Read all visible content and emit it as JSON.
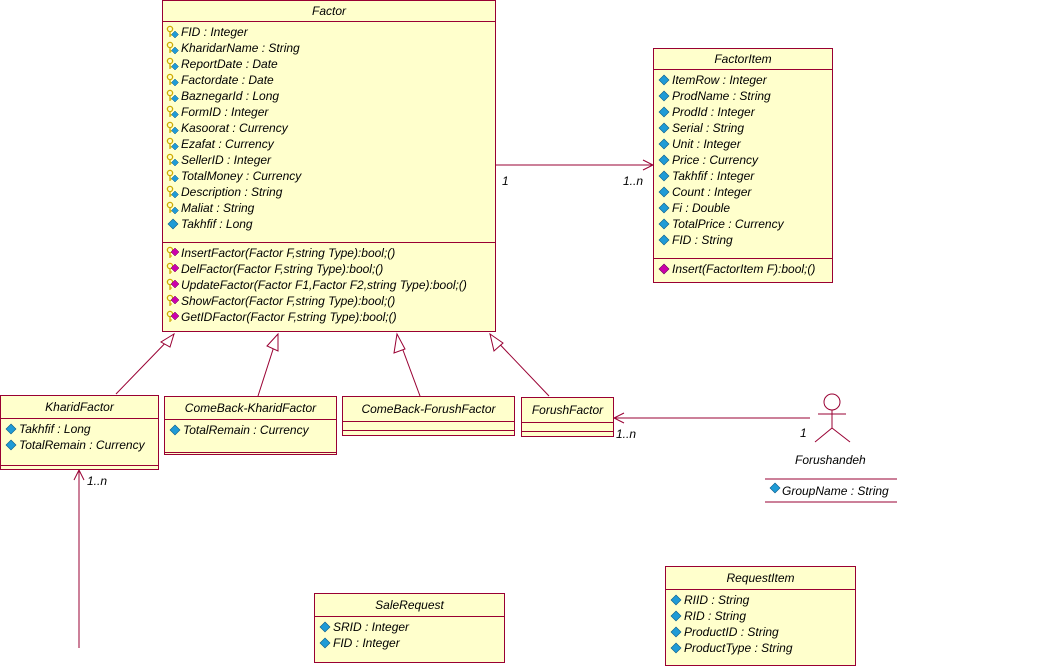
{
  "classes": {
    "factor": {
      "name": "Factor",
      "attributes": [
        {
          "icon": "key-attribute-icon",
          "text": "FID : Integer"
        },
        {
          "icon": "key-attribute-icon",
          "text": "KharidarName : String"
        },
        {
          "icon": "key-attribute-icon",
          "text": "ReportDate : Date"
        },
        {
          "icon": "key-attribute-icon",
          "text": "Factordate : Date"
        },
        {
          "icon": "key-attribute-icon",
          "text": "BaznegarId : Long"
        },
        {
          "icon": "key-attribute-icon",
          "text": "FormID : Integer"
        },
        {
          "icon": "key-attribute-icon",
          "text": "Kasoorat : Currency"
        },
        {
          "icon": "key-attribute-icon",
          "text": "Ezafat : Currency"
        },
        {
          "icon": "key-attribute-icon",
          "text": "SellerID : Integer"
        },
        {
          "icon": "key-attribute-icon",
          "text": "TotalMoney : Currency"
        },
        {
          "icon": "key-attribute-icon",
          "text": "Description : String"
        },
        {
          "icon": "key-attribute-icon",
          "text": "Maliat : String"
        },
        {
          "icon": "public-attribute-icon",
          "text": "Takhfif : Long"
        }
      ],
      "operations": [
        {
          "icon": "key-operation-icon",
          "text": "InsertFactor(Factor F,string Type):bool;()"
        },
        {
          "icon": "key-operation-icon",
          "text": "DelFactor(Factor F,string Type):bool;()"
        },
        {
          "icon": "key-operation-icon",
          "text": "UpdateFactor(Factor F1,Factor F2,string Type):bool;()"
        },
        {
          "icon": "key-operation-icon",
          "text": "ShowFactor(Factor F,string Type):bool;()"
        },
        {
          "icon": "key-operation-icon",
          "text": "GetIDFactor(Factor F,string Type):bool;()"
        }
      ]
    },
    "factor_item": {
      "name": "FactorItem",
      "attributes": [
        {
          "icon": "public-attribute-icon",
          "text": "ItemRow : Integer"
        },
        {
          "icon": "public-attribute-icon",
          "text": "ProdName : String"
        },
        {
          "icon": "public-attribute-icon",
          "text": "ProdId : Integer"
        },
        {
          "icon": "public-attribute-icon",
          "text": "Serial : String"
        },
        {
          "icon": "public-attribute-icon",
          "text": "Unit : Integer"
        },
        {
          "icon": "public-attribute-icon",
          "text": "Price : Currency"
        },
        {
          "icon": "public-attribute-icon",
          "text": "Takhfif : Integer"
        },
        {
          "icon": "public-attribute-icon",
          "text": "Count : Integer"
        },
        {
          "icon": "public-attribute-icon",
          "text": "Fi : Double"
        },
        {
          "icon": "public-attribute-icon",
          "text": "TotalPrice : Currency"
        },
        {
          "icon": "public-attribute-icon",
          "text": "FID : String"
        }
      ],
      "operations": [
        {
          "icon": "public-operation-icon",
          "text": "Insert(FactorItem F):bool;()"
        }
      ]
    },
    "kharid_factor": {
      "name": "KharidFactor",
      "attributes": [
        {
          "icon": "public-attribute-icon",
          "text": "Takhfif : Long"
        },
        {
          "icon": "public-attribute-icon",
          "text": "TotalRemain : Currency"
        }
      ],
      "operations": []
    },
    "comeback_kharid_factor": {
      "name": "ComeBack-KharidFactor",
      "attributes": [
        {
          "icon": "public-attribute-icon",
          "text": "TotalRemain : Currency"
        }
      ],
      "operations": []
    },
    "comeback_forush_factor": {
      "name": "ComeBack-ForushFactor",
      "attributes": [],
      "operations": []
    },
    "forush_factor": {
      "name": "ForushFactor",
      "attributes": [],
      "operations": []
    },
    "sale_request": {
      "name": "SaleRequest",
      "attributes": [
        {
          "icon": "public-attribute-icon",
          "text": "SRID : Integer"
        },
        {
          "icon": "public-attribute-icon",
          "text": "FID : Integer"
        }
      ],
      "operations": []
    },
    "request_item": {
      "name": "RequestItem",
      "attributes": [
        {
          "icon": "public-attribute-icon",
          "text": "RIID : String"
        },
        {
          "icon": "public-attribute-icon",
          "text": "RID : String"
        },
        {
          "icon": "public-attribute-icon",
          "text": "ProductID : String"
        },
        {
          "icon": "public-attribute-icon",
          "text": "ProductType : String"
        }
      ],
      "operations": []
    }
  },
  "actor": {
    "name": "Forushandeh",
    "attributes": [
      {
        "icon": "public-attribute-icon",
        "text": "GroupName : String"
      }
    ]
  },
  "multiplicities": {
    "factor_to_item_source": "1",
    "factor_to_item_target": "1..n",
    "actor_to_forush_source": "1",
    "actor_to_forush_target": "1..n",
    "kharid_incoming": "1..n"
  },
  "colors": {
    "class_fill": "#ffffcc",
    "class_border": "#990033",
    "line": "#990033",
    "public_icon": "#1f9bd6",
    "key_icon": "#ccaa00",
    "operation_icon": "#cc00aa"
  }
}
